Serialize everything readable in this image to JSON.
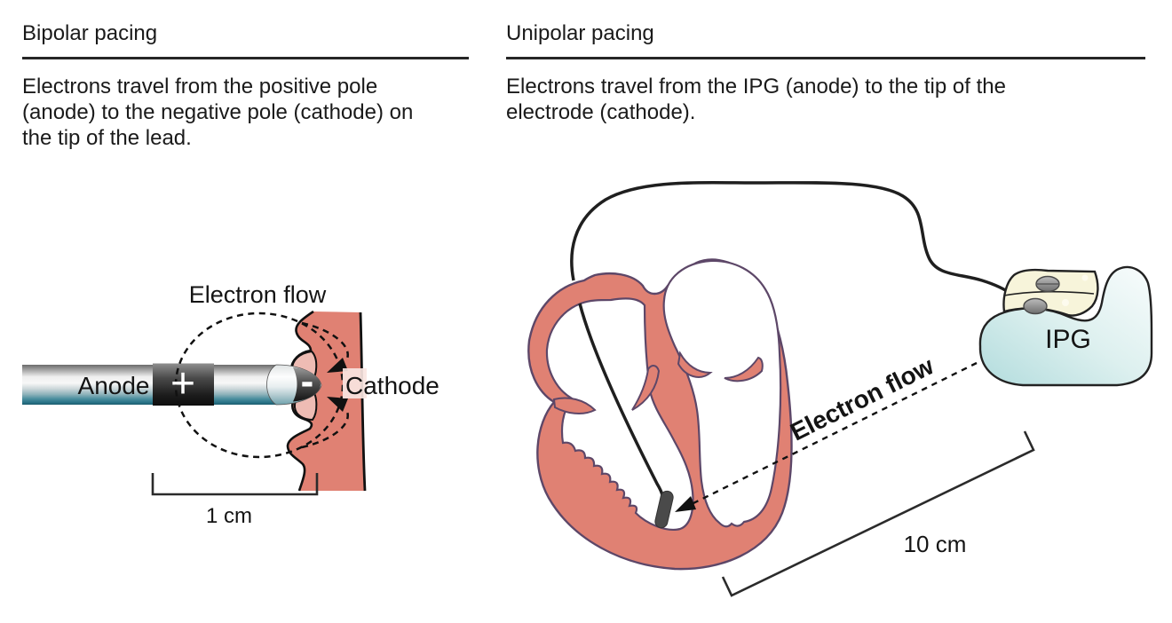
{
  "left_panel": {
    "title": "Bipolar pacing",
    "description_lines": [
      "Electrons travel from the positive pole",
      "(anode) to the negative pole (cathode) on",
      "the tip of the lead."
    ],
    "diagram": {
      "electron_flow_label": "Electron flow",
      "anode_label": "Anode",
      "plus_symbol": "+",
      "minus_symbol": "-",
      "cathode_label": "Cathode",
      "scale_label": "1 cm"
    }
  },
  "right_panel": {
    "title": "Unipolar pacing",
    "description_lines": [
      "Electrons travel from the IPG (anode) to the tip of the",
      "electrode (cathode)."
    ],
    "diagram": {
      "electron_flow_label": "Electron flow",
      "ipg_label": "IPG",
      "scale_label": "10 cm"
    }
  },
  "colors": {
    "tissue_fill": "#e08173",
    "tissue_highlight": "#eebcb4",
    "heart_outline": "#5d4768",
    "lead_teal": "#3f8496",
    "electrode_dark": "#3a3a3a",
    "ipg_body_teal": "#b8dedf",
    "ipg_header_cream": "#f7f4da",
    "ink": "#1a1a1a"
  }
}
